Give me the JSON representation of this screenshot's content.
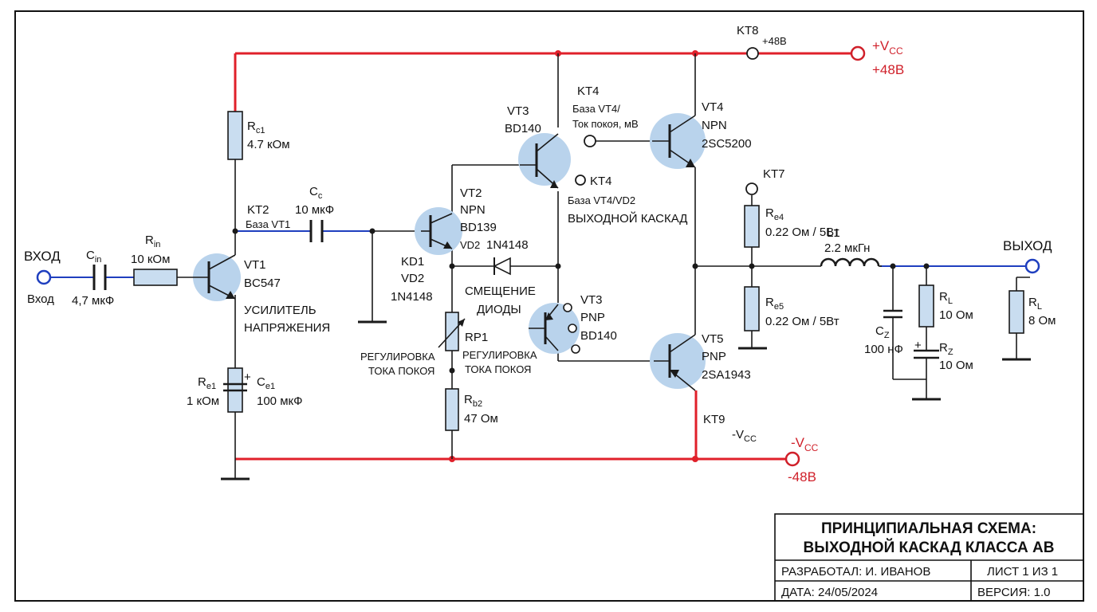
{
  "colors": {
    "supply_line": "#e0202a",
    "signal_line": "#1f3fbf",
    "wire": "#1a1a1a",
    "transistor_fill": "#b9d3ec",
    "component_fill": "#c9ddf0",
    "terminal": "#d0202a"
  },
  "input": {
    "label_top": "ВХОД",
    "label_bottom": "Вход"
  },
  "output": {
    "label": "ВЫХОД"
  },
  "cin": {
    "name": "C",
    "sub": "in",
    "value": "4,7 мкФ"
  },
  "rin": {
    "name": "R",
    "sub": "in",
    "value": "10 кОм"
  },
  "rc1": {
    "name": "R",
    "sub": "c1",
    "value": "4.7 кОм"
  },
  "re1": {
    "name": "R",
    "sub": "e1",
    "value": "1 кОм"
  },
  "ce1": {
    "name": "C",
    "sub": "e1",
    "value": "100 мкФ"
  },
  "vt1": {
    "name": "VT1",
    "part": "BC547",
    "note_line1": "УСИЛИТЕЛЬ",
    "note_line2": "НАПРЯЖЕНИЯ"
  },
  "kt2": {
    "name": "KT2",
    "desc": "База VT1"
  },
  "cc": {
    "name": "C",
    "sub": "c",
    "value": "10 мкФ"
  },
  "vt2": {
    "name": "VT2",
    "type": "NPN",
    "part": "BD139"
  },
  "vd2_top": {
    "name": "VD2",
    "part": "1N4148"
  },
  "kd1": {
    "line1": "KD1",
    "line2": "VD2",
    "line3": "1N4148"
  },
  "bias": {
    "line1": "СМЕЩЕНИЕ",
    "line2": "ДИОДЫ"
  },
  "rp1": {
    "name": "RP1",
    "left_line1": "РЕГУЛИРОВКА",
    "left_line2": "ТОКА ПОКОЯ",
    "right_line1": "РЕГУЛИРОВКА",
    "right_line2": "ТОКА ПОКОЯ"
  },
  "rb2": {
    "name": "R",
    "sub": "b2",
    "value": "47 Ом"
  },
  "vt3_top": {
    "name": "VT3",
    "part": "BD140"
  },
  "vt3_bottom": {
    "name": "VT3",
    "type": "PNP",
    "part": "BD140"
  },
  "kt4_a": {
    "name": "KT4",
    "desc1": "База VT4/",
    "desc2": "Ток покоя, мВ"
  },
  "kt4_b": {
    "name": "KT4",
    "desc1": "База VT4/VD2",
    "desc2": "ВЫХОДНОЙ КАСКАД"
  },
  "vt4": {
    "name": "VT4",
    "type": "NPN",
    "part": "2SC5200"
  },
  "vt5": {
    "name": "VT5",
    "type": "PNP",
    "part": "2SA1943"
  },
  "kt8": {
    "name": "KT8",
    "value": "+48B"
  },
  "kt9": {
    "name": "KT9",
    "value": "-V",
    "sub": "CC"
  },
  "vcc_pos": {
    "name": "+V",
    "sub": "CC",
    "value": "+48B"
  },
  "vcc_neg": {
    "name": "-V",
    "sub": "CC",
    "value": "-48B"
  },
  "kt7": {
    "name": "KT7"
  },
  "re4": {
    "name": "R",
    "sub": "e4",
    "value": "0.22 Ом / 5Вт"
  },
  "re5": {
    "name": "R",
    "sub": "e5",
    "value": "0.22 Ом / 5Вт"
  },
  "l1": {
    "name": "L1",
    "value": "2.2 мкГн"
  },
  "cz": {
    "name": "C",
    "sub": "Z",
    "value": "100 нФ"
  },
  "rl1": {
    "name": "R",
    "sub": "L",
    "value": "10 Ом"
  },
  "rz": {
    "name": "R",
    "sub": "Z",
    "value": "10 Ом"
  },
  "rl2": {
    "name": "R",
    "sub": "L",
    "value": "8 Ом"
  },
  "title_block": {
    "title_line1": "ПРИНЦИПИАЛЬНАЯ СХЕМА:",
    "title_line2": "ВЫХОДНОЙ КАСКАД КЛАССА АВ",
    "author": "РАЗРАБОТАЛ: И. ИВАНОВ",
    "sheet": "ЛИСТ 1 ИЗ 1",
    "date": "ДАТА: 24/05/2024",
    "version": "ВЕРСИЯ: 1.0"
  }
}
